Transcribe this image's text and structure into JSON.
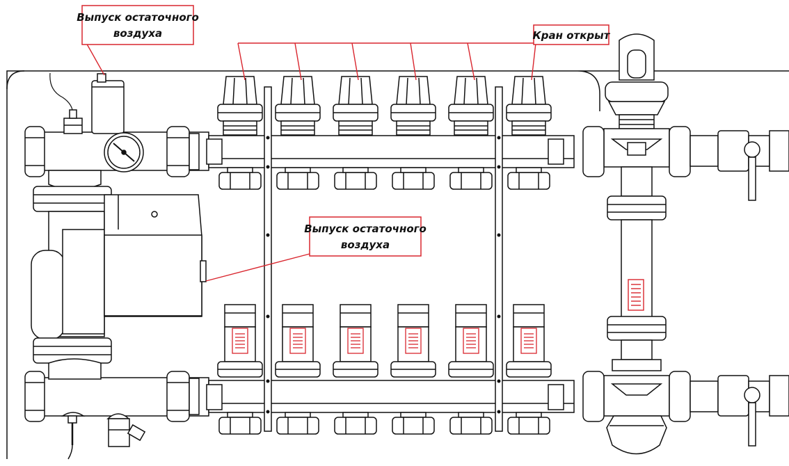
{
  "colors": {
    "line": "#111111",
    "accent": "#d9262e",
    "background": "#ffffff"
  },
  "labels": {
    "air_vent_top_line1": "Выпуск остаточного",
    "air_vent_top_line2": "воздуха",
    "valve_open": "Кран открыт",
    "air_vent_pump_line1": "Выпуск остаточного",
    "air_vent_pump_line2": "воздуха"
  },
  "components": {
    "circuits_count": 6,
    "flowmeters_count": 6,
    "valve_caps_count": 6
  }
}
